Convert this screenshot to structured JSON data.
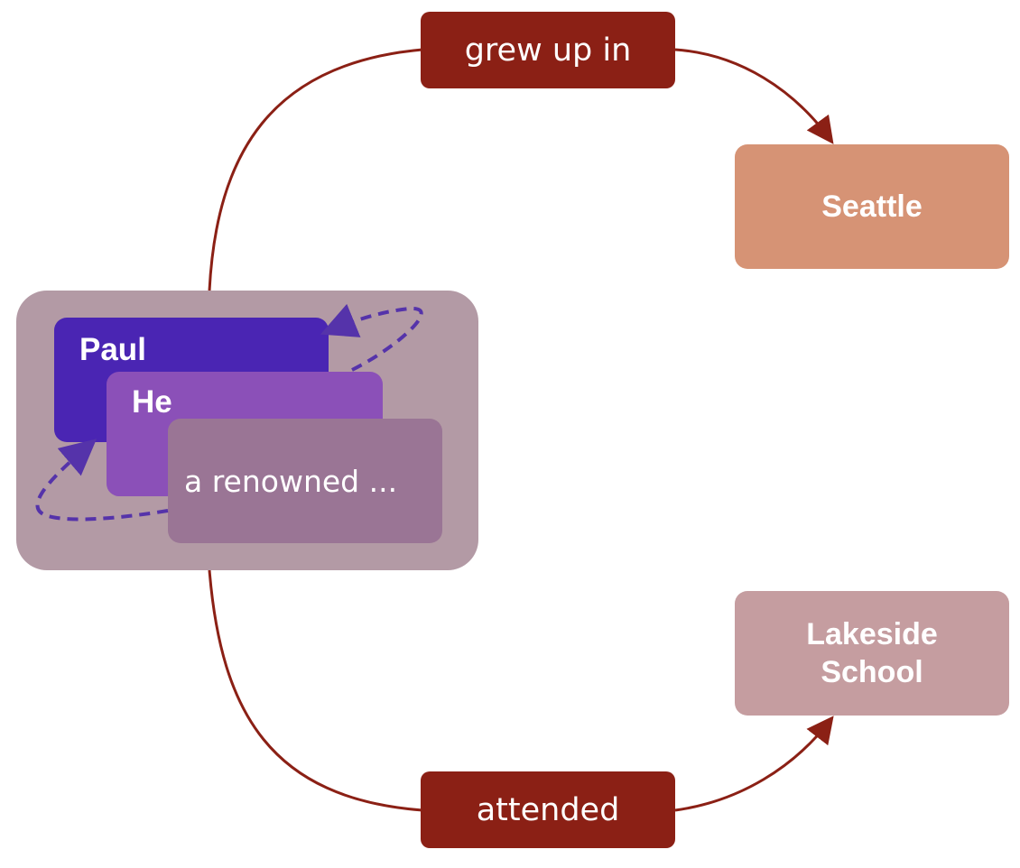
{
  "colors": {
    "edge": "#8b2015",
    "cluster_bg": "#b39aa5",
    "mention_paul": "#4a25b3",
    "mention_he": "#8b50b8",
    "mention_renowned": "#9a7595",
    "seattle": "#d69375",
    "lakeside": "#c59da0",
    "coref_arrow": "#5533aa"
  },
  "cluster": {
    "mentions": [
      {
        "text": "Paul"
      },
      {
        "text": "He"
      },
      {
        "text": "a renowned ..."
      }
    ]
  },
  "relations": [
    {
      "label": "grew up in",
      "target": "Seattle"
    },
    {
      "label": "attended",
      "target": "Lakeside School"
    }
  ],
  "entities": {
    "seattle": {
      "line1": "Seattle"
    },
    "lakeside": {
      "line1": "Lakeside",
      "line2": "School"
    }
  }
}
